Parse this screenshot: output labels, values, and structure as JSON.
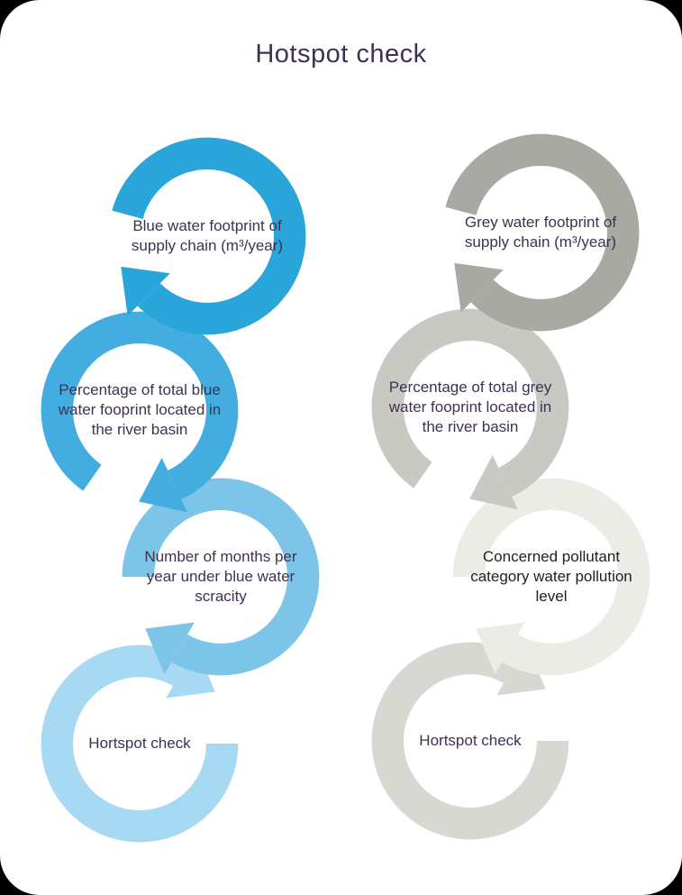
{
  "palette": {
    "background": "#000000",
    "card": "#ffffff",
    "title_color": "#3F3151"
  },
  "title": "Hotspot check",
  "nodes": [
    {
      "label": "Blue water footprint of supply chain (m³/year)",
      "color": "#29A5DA",
      "text_color": "#3F3151"
    },
    {
      "label": "Percentage of total blue water fooprint located in the river basin",
      "color": "#44ADDF",
      "text_color": "#3F3151"
    },
    {
      "label": "Number of months per year under blue water scracity",
      "color": "#7CC5E9",
      "text_color": "#3F3151"
    },
    {
      "label": "Hortspot check",
      "color": "#A8D9F2",
      "text_color": "#3F3151"
    },
    {
      "label": "Grey water footprint of supply chain (m³/year)",
      "color": "#A9A9A4",
      "text_color": "#3F3151"
    },
    {
      "label": "Percentage of total grey water fooprint located in the river basin",
      "color": "#C9C9C3",
      "text_color": "#3F3151"
    },
    {
      "label": "Concerned pollutant category water pollution level",
      "color": "#ECECE7",
      "text_color": "#1F1F1F"
    },
    {
      "label": "Hortspot check",
      "color": "#D8D8D2",
      "text_color": "#3F3151"
    }
  ]
}
